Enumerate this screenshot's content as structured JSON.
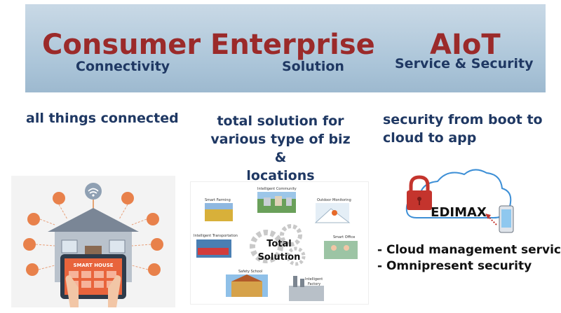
{
  "columns": [
    {
      "title": "Consumer",
      "subtitle": "Connectivity",
      "description_lines": [
        "all things connected"
      ]
    },
    {
      "title": "Enterprise",
      "subtitle": "Solution",
      "description_lines": [
        "total solution for",
        "various type of biz &",
        "locations"
      ]
    },
    {
      "title": "AIoT",
      "subtitle": "Service & Security",
      "description_lines": [
        "security from boot to",
        "cloud to app"
      ]
    }
  ],
  "smart_house": {
    "tablet_label": "SMART HOUSE"
  },
  "solution": {
    "center_line1": "Total",
    "center_line2": "Solution",
    "items": {
      "smart_farming": "Smart Farming",
      "intelligent_community": "Intelligent Community",
      "outdoor_monitoring": "Outdoor Monitoring",
      "intelligent_transportation": "Intelligent Transportation",
      "smart_office": "Smart Office",
      "safety_school": "Safety School",
      "intelligent_factory_line1": "Intelligent",
      "intelligent_factory_line2": "Factory"
    }
  },
  "cloud": {
    "brand": "EDIMAX"
  },
  "bullets": [
    "- Cloud management service",
    "- Omnipresent security"
  ],
  "colors": {
    "title": "#9b2a2a",
    "subtitle": "#1f3863",
    "banner": "#aac4d8",
    "lock": "#c4342d"
  }
}
